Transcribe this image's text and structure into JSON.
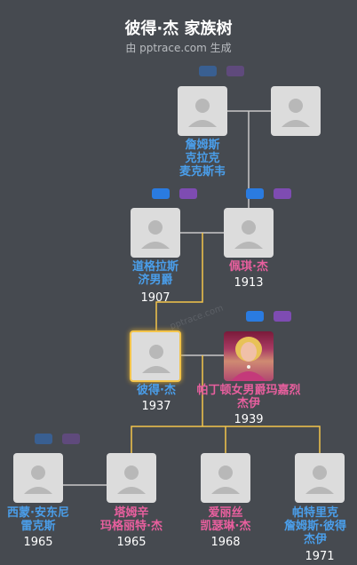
{
  "header": {
    "title": "彼得·杰 家族树",
    "subtitle": "由 pptrace.com 生成"
  },
  "watermark": "pptrace.com",
  "people": {
    "james": {
      "name_lines": [
        "詹姆斯",
        "克拉克",
        "麦克斯韦"
      ],
      "year": ""
    },
    "james_spouse": {
      "name_lines": [],
      "year": ""
    },
    "douglas": {
      "name_lines": [
        "道格拉斯",
        "济男爵"
      ],
      "year": "1907"
    },
    "peggy": {
      "name_lines": [
        "佩琪·杰"
      ],
      "year": "1913"
    },
    "peter": {
      "name_lines": [
        "彼得·杰"
      ],
      "year": "1937"
    },
    "margaret": {
      "name_lines": [
        "帕丁顿女男爵玛嘉烈",
        "杰伊"
      ],
      "year": "1939"
    },
    "simon": {
      "name_lines": [
        "西蒙·安东尼",
        "雷克斯"
      ],
      "year": "1965"
    },
    "tamsin": {
      "name_lines": [
        "塔姆辛",
        "玛格丽特·杰"
      ],
      "year": "1965"
    },
    "alice": {
      "name_lines": [
        "爱丽丝",
        "凯瑟琳·杰"
      ],
      "year": "1968"
    },
    "patrick": {
      "name_lines": [
        "帕特里克",
        "詹姆斯·彼得",
        "杰伊"
      ],
      "year": "1971"
    }
  },
  "colors": {
    "background": "#464a50",
    "male_name": "#4a9eea",
    "female_name": "#e85f9e",
    "connector": "#c8c8c8",
    "highlight_connector": "#f3c44b",
    "tag_blue": "#2a7be0",
    "tag_purple": "#7e4cb2"
  }
}
